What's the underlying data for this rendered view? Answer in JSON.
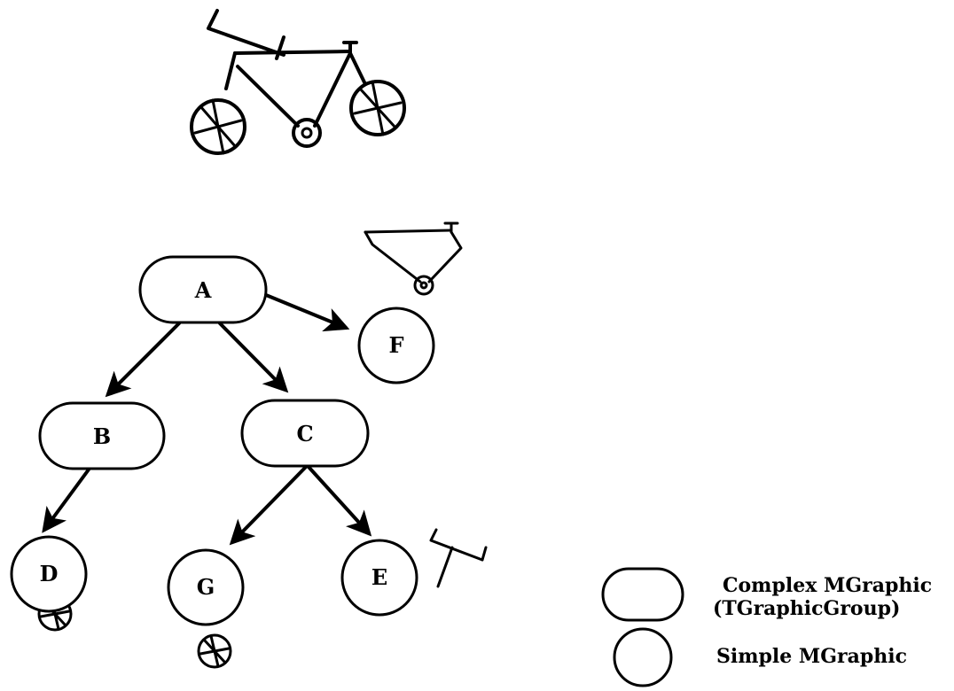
{
  "nodes": {
    "A": "A",
    "B": "B",
    "C": "C",
    "D": "D",
    "E": "E",
    "F": "F",
    "G": "G"
  },
  "legend": {
    "complex_line1": "Complex MGraphic",
    "complex_line2": "(TGraphicGroup)",
    "simple": "Simple MGraphic"
  },
  "icons": {
    "bicycle": "bicycle-icon",
    "frame": "frame-icon",
    "handlebar": "handlebar-icon",
    "wheel": "wheel-icon"
  }
}
